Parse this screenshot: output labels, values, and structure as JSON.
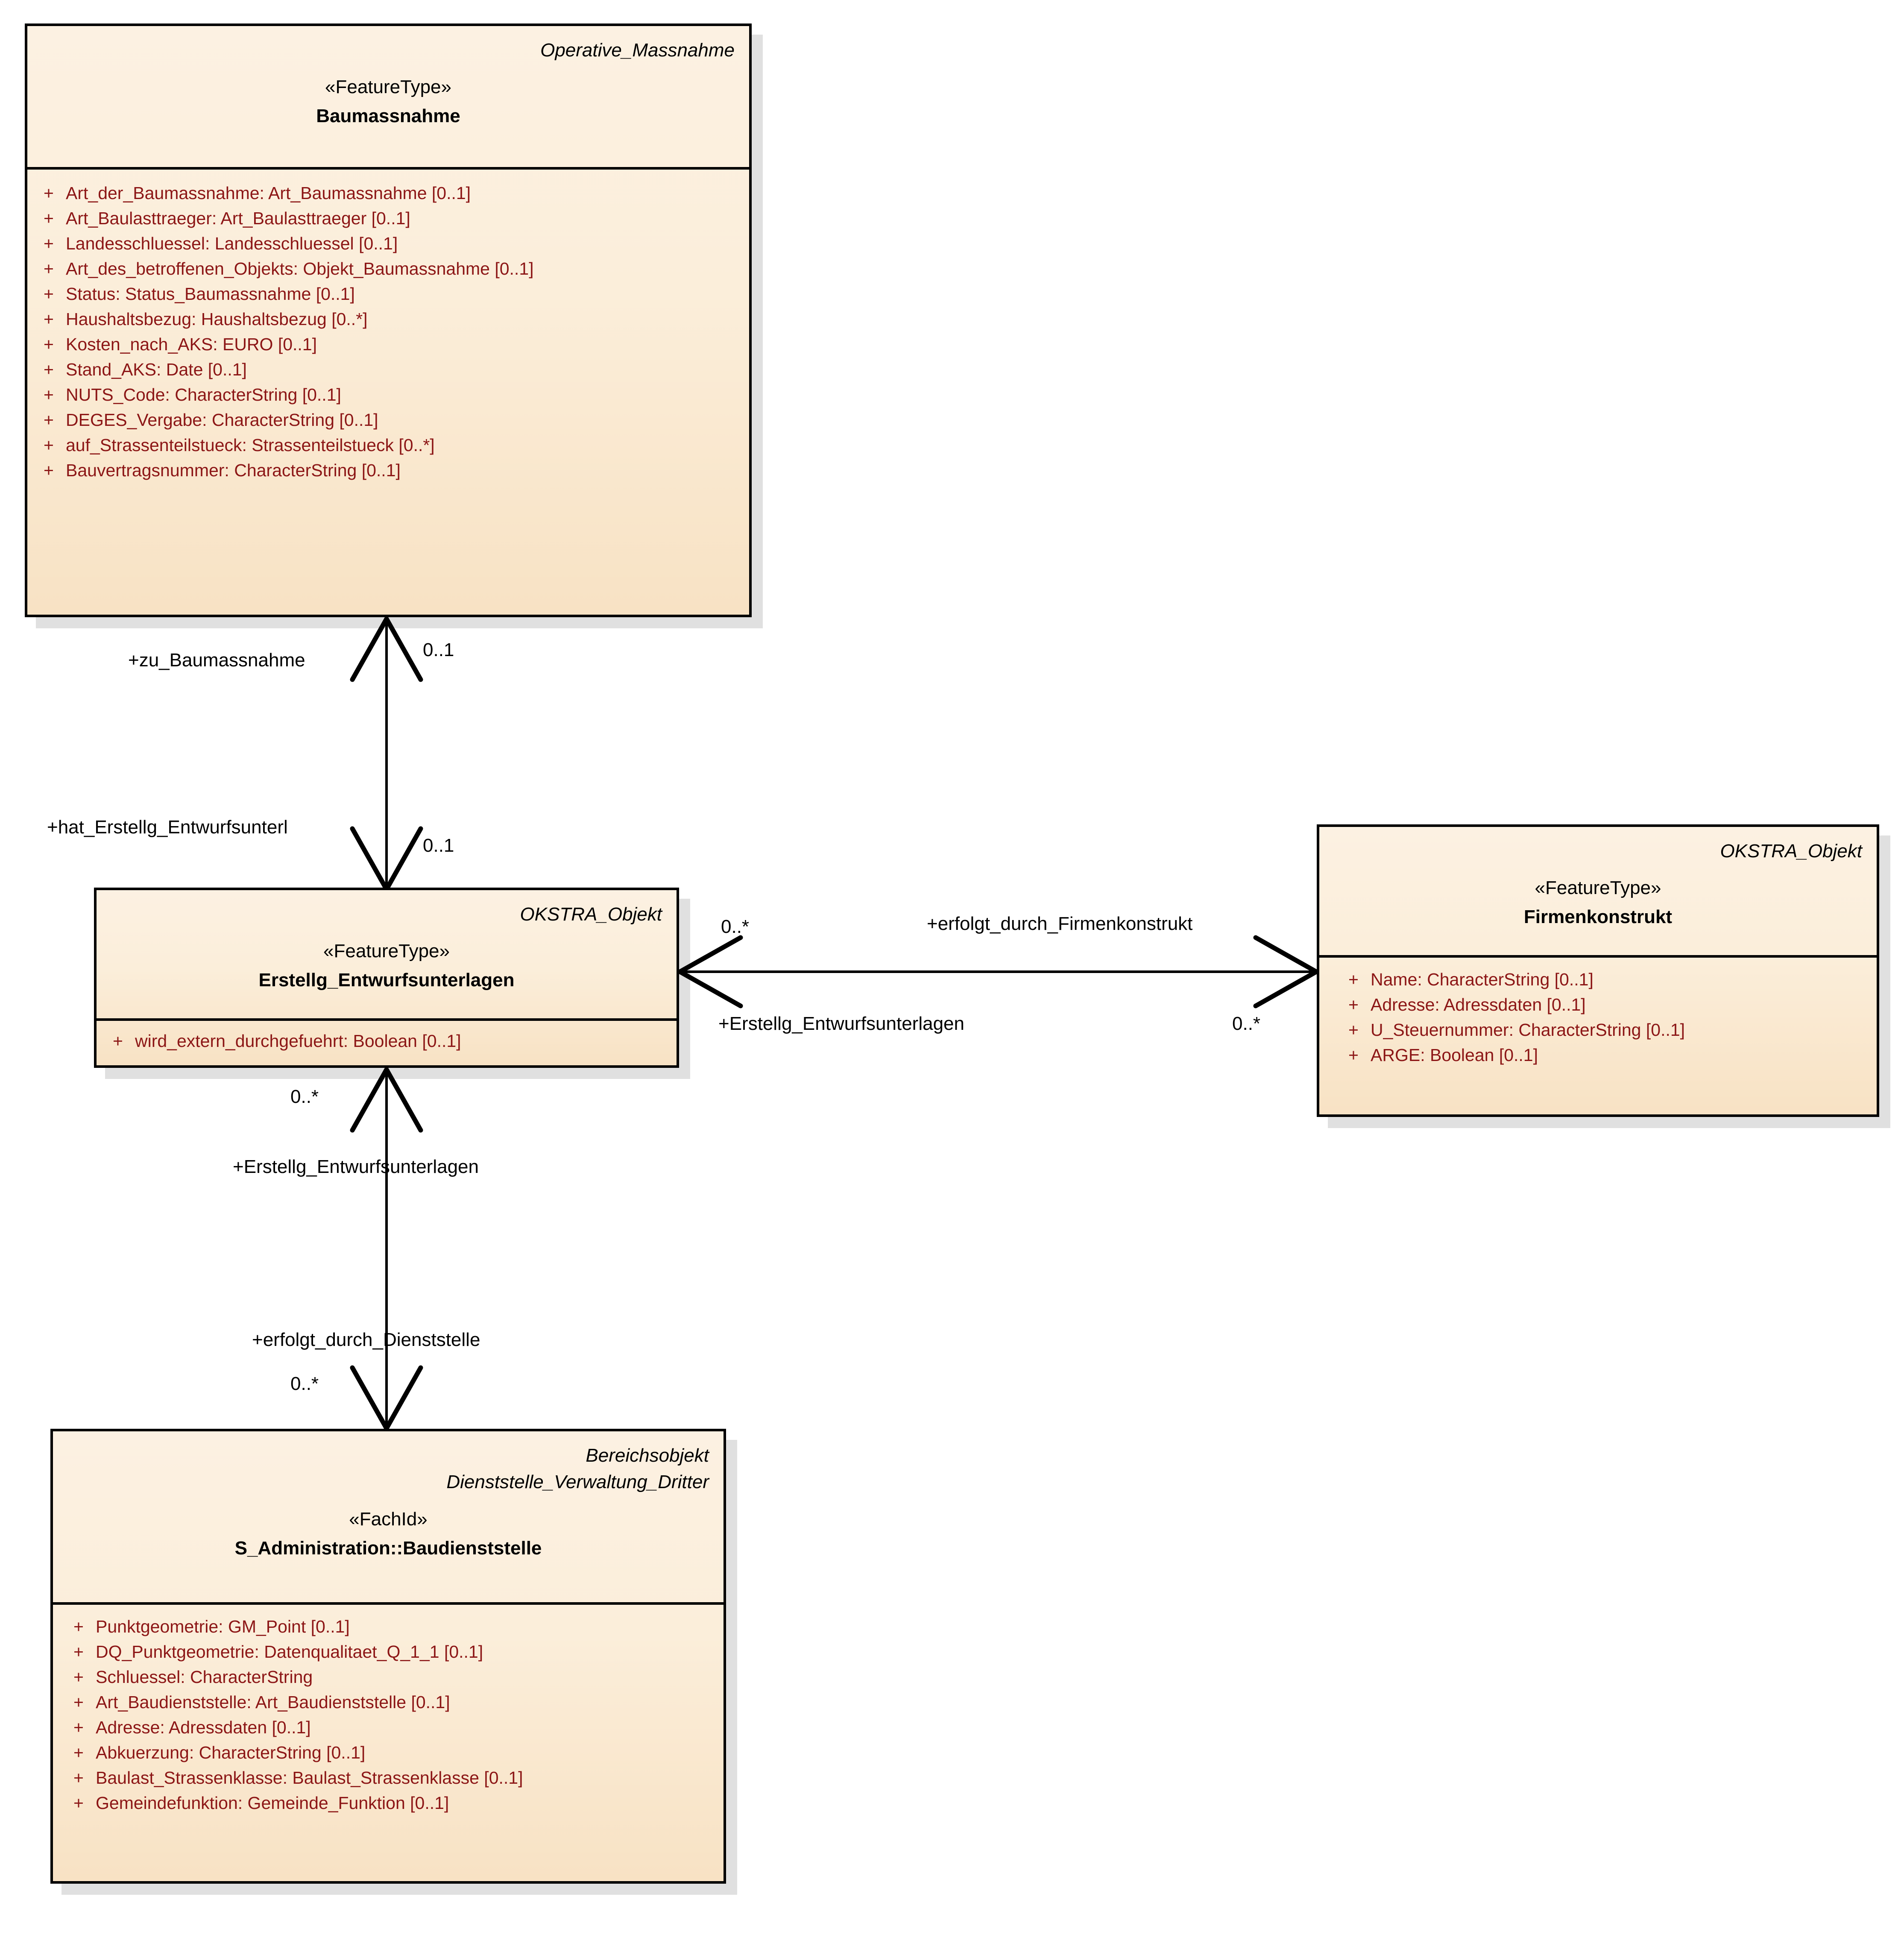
{
  "diagram": {
    "type": "uml-class-diagram",
    "accent_attribute_color": "#8c1616",
    "class_fill_color": "#fbeeda",
    "border_color": "#000000"
  },
  "classes": {
    "baumassnahme": {
      "namespace": "Operative_Massnahme",
      "stereotype": "«FeatureType»",
      "name": "Baumassnahme",
      "attributes": [
        {
          "visibility": "+",
          "text": "Art_der_Baumassnahme: Art_Baumassnahme [0..1]"
        },
        {
          "visibility": "+",
          "text": "Art_Baulasttraeger: Art_Baulasttraeger [0..1]"
        },
        {
          "visibility": "+",
          "text": "Landesschluessel: Landesschluessel [0..1]"
        },
        {
          "visibility": "+",
          "text": "Art_des_betroffenen_Objekts: Objekt_Baumassnahme [0..1]"
        },
        {
          "visibility": "+",
          "text": "Status: Status_Baumassnahme [0..1]"
        },
        {
          "visibility": "+",
          "text": "Haushaltsbezug: Haushaltsbezug [0..*]"
        },
        {
          "visibility": "+",
          "text": "Kosten_nach_AKS: EURO [0..1]"
        },
        {
          "visibility": "+",
          "text": "Stand_AKS: Date [0..1]"
        },
        {
          "visibility": "+",
          "text": "NUTS_Code: CharacterString [0..1]"
        },
        {
          "visibility": "+",
          "text": "DEGES_Vergabe: CharacterString [0..1]"
        },
        {
          "visibility": "+",
          "text": "auf_Strassenteilstueck: Strassenteilstueck [0..*]"
        },
        {
          "visibility": "+",
          "text": "Bauvertragsnummer: CharacterString [0..1]"
        }
      ]
    },
    "erstellg_entwurfsunterlagen": {
      "namespace": "OKSTRA_Objekt",
      "stereotype": "«FeatureType»",
      "name": "Erstellg_Entwurfsunterlagen",
      "attributes": [
        {
          "visibility": "+",
          "text": "wird_extern_durchgefuehrt: Boolean [0..1]"
        }
      ]
    },
    "firmenkonstrukt": {
      "namespace": "OKSTRA_Objekt",
      "stereotype": "«FeatureType»",
      "name": "Firmenkonstrukt",
      "attributes": [
        {
          "visibility": "+",
          "text": "Name: CharacterString [0..1]"
        },
        {
          "visibility": "+",
          "text": "Adresse: Adressdaten [0..1]"
        },
        {
          "visibility": "+",
          "text": "U_Steuernummer: CharacterString [0..1]"
        },
        {
          "visibility": "+",
          "text": "ARGE: Boolean [0..1]"
        }
      ]
    },
    "baudienststelle": {
      "namespace": "Bereichsobjekt",
      "namespace2": "Dienststelle_Verwaltung_Dritter",
      "stereotype": "«FachId»",
      "name": "S_Administration::Baudienststelle",
      "attributes": [
        {
          "visibility": "+",
          "text": "Punktgeometrie: GM_Point [0..1]"
        },
        {
          "visibility": "+",
          "text": "DQ_Punktgeometrie: Datenqualitaet_Q_1_1 [0..1]"
        },
        {
          "visibility": "+",
          "text": "Schluessel: CharacterString"
        },
        {
          "visibility": "+",
          "text": "Art_Baudienststelle: Art_Baudienststelle [0..1]"
        },
        {
          "visibility": "+",
          "text": "Adresse: Adressdaten [0..1]"
        },
        {
          "visibility": "+",
          "text": "Abkuerzung: CharacterString [0..1]"
        },
        {
          "visibility": "+",
          "text": "Baulast_Strassenklasse: Baulast_Strassenklasse [0..1]"
        },
        {
          "visibility": "+",
          "text": "Gemeindefunktion: Gemeinde_Funktion [0..1]"
        }
      ]
    }
  },
  "associations": {
    "baumassnahme_entwurfsunterlagen": {
      "role_target": "+zu_Baumassnahme",
      "mult_target": "0..1",
      "role_source": "+hat_Erstellg_Entwurfsunterl",
      "mult_source": "0..1"
    },
    "entwurfsunterlagen_firmenkonstrukt": {
      "role_target": "+erfolgt_durch_Firmenkonstrukt",
      "mult_target": "0..*",
      "role_source": "+Erstellg_Entwurfsunterlagen",
      "mult_source": "0..*"
    },
    "entwurfsunterlagen_baudienststelle": {
      "role_target": "+Erstellg_Entwurfsunterlagen",
      "mult_target": "0..*",
      "role_source": "+erfolgt_durch_Dienststelle",
      "mult_source": "0..*"
    }
  }
}
